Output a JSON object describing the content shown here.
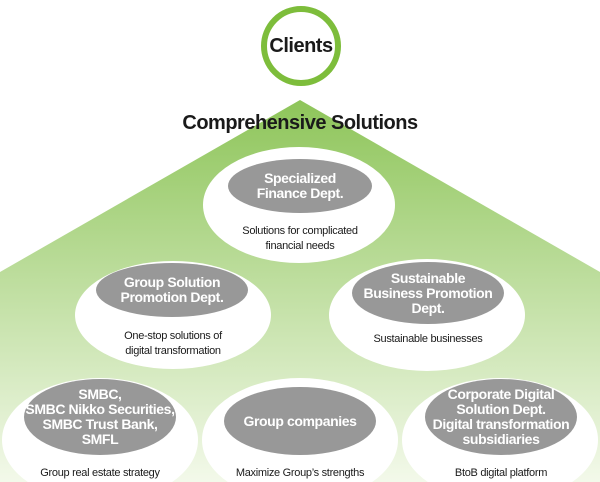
{
  "clients_label": "Clients",
  "title": "Comprehensive Solutions",
  "colors": {
    "ring": "#7dbd3b",
    "gradient_top": "#8ec55a",
    "gradient_bottom": "#f3f9ea",
    "pill": "#989898",
    "white": "#ffffff"
  },
  "nodes": {
    "specialized": {
      "dept": "Specialized\nFinance Dept.",
      "desc": "Solutions for complicated\nfinancial needs"
    },
    "group_solution": {
      "dept": "Group Solution\nPromotion Dept.",
      "desc": "One-stop solutions of\ndigital transformation"
    },
    "sustainable": {
      "dept": "Sustainable\nBusiness Promotion\nDept.",
      "desc": "Sustainable businesses"
    },
    "smbc": {
      "dept": "SMBC,\nSMBC Nikko Securities,\nSMBC Trust Bank,\nSMFL",
      "desc": "Group real estate strategy"
    },
    "group_companies": {
      "dept": "Group companies",
      "desc": "Maximize Group’s strengths"
    },
    "corporate_digital": {
      "dept": "Corporate Digital\nSolution Dept.\nDigital transformation\nsubsidiaries",
      "desc": "BtoB digital platform"
    }
  }
}
